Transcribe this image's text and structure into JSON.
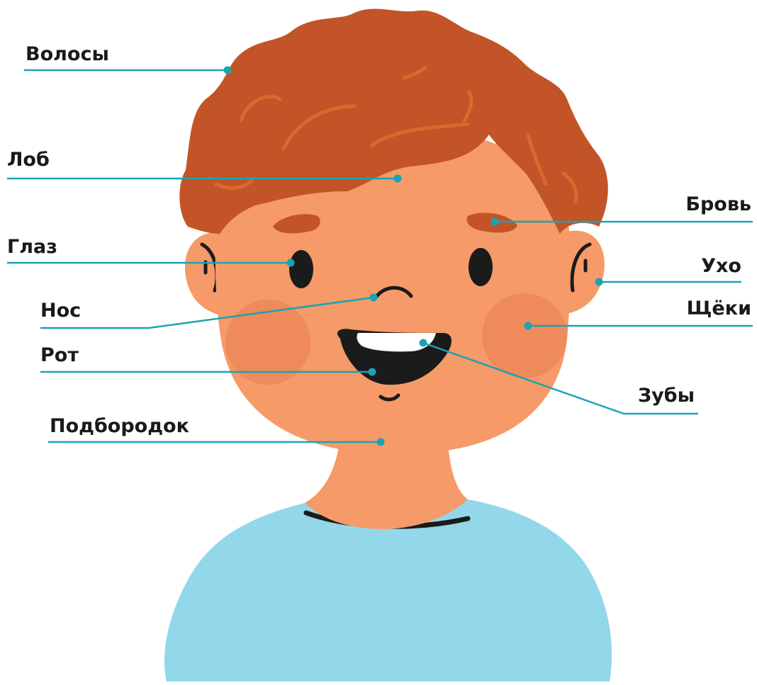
{
  "colors": {
    "hair": "#c25427",
    "hair_curl": "#d9692e",
    "skin": "#f59a68",
    "cheek": "#ee8a5c",
    "dark": "#1b1b1b",
    "teeth": "#ffffff",
    "shirt": "#93d7ea",
    "leader_line": "#19a4b4",
    "label_text": "#1a1a1a"
  },
  "labels": {
    "hair": "Волосы",
    "forehead": "Лоб",
    "eye": "Глаз",
    "nose": "Нос",
    "mouth": "Рот",
    "chin": "Подбородок",
    "eyebrow": "Бровь",
    "ear": "Ухо",
    "cheeks": "Щёки",
    "teeth": "Зубы"
  }
}
